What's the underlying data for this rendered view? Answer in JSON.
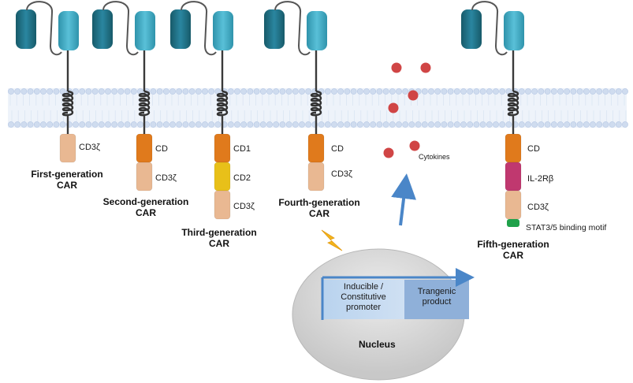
{
  "generations": [
    {
      "line1": "First-generation",
      "line2": "CAR",
      "domains": [
        "CD3ζ"
      ]
    },
    {
      "line1": "Second-generation",
      "line2": "CAR",
      "domains": [
        "CD",
        "CD3ζ"
      ]
    },
    {
      "line1": "Third-generation",
      "line2": "CAR",
      "domains": [
        "CD1",
        "CD2",
        "CD3ζ"
      ]
    },
    {
      "line1": "Fourth-generation",
      "line2": "CAR",
      "domains": [
        "CD",
        "CD3ζ"
      ]
    },
    {
      "line1": "Fifth-generation",
      "line2": "CAR",
      "domains": [
        "CD",
        "IL-2Rβ",
        "CD3ζ",
        "STAT3/5 binding motif"
      ]
    }
  ],
  "cytokines_label": "Cytokines",
  "nucleus": {
    "label": "Nucleus",
    "promoter": "Inducible / Constitutive promoter",
    "product": "Trangenic product"
  },
  "colors": {
    "scfv_dark": "#1f6f80",
    "scfv_light": "#3ba7c0",
    "cd3z": "#e9b892",
    "costim": "#e07a1c",
    "costim2": "#e8c019",
    "il2rb": "#c0386f",
    "stat": "#1fa14a",
    "cytokine": "#d04545",
    "arrow": "#4a86c8",
    "nucleus": "#d9d9d9"
  },
  "icons": [
    "lightning-bolt-icon",
    "upward-arrow-icon"
  ]
}
